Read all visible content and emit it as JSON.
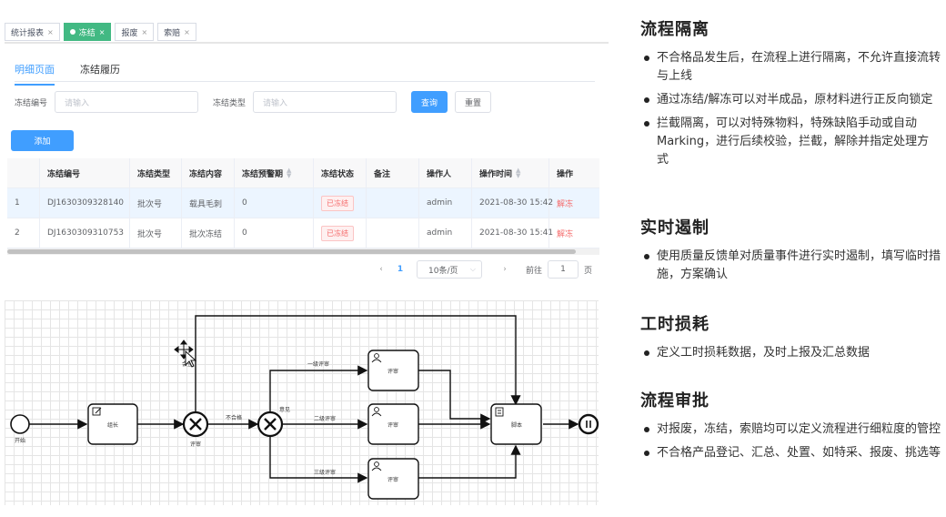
{
  "tabs": [
    {
      "label": "统计报表",
      "active": false
    },
    {
      "label": "冻结",
      "active": true
    },
    {
      "label": "报废",
      "active": false
    },
    {
      "label": "索赔",
      "active": false
    }
  ],
  "tab_close": "×",
  "subtabs": [
    {
      "label": "明细页面",
      "active": true
    },
    {
      "label": "冻结履历",
      "active": false
    }
  ],
  "form": {
    "code_label": "冻结编号",
    "code_placeholder": "请输入",
    "type_label": "冻结类型",
    "type_placeholder": "请输入",
    "search_label": "查询",
    "reset_label": "重置"
  },
  "add_label": "添加",
  "table": {
    "headers": [
      "",
      "冻结编号",
      "冻结类型",
      "冻结内容",
      "冻结预警期",
      "冻结状态",
      "备注",
      "操作人",
      "操作时间",
      "操作"
    ],
    "rows": [
      [
        "1",
        "DJ1630309328140",
        "批次号",
        "载具毛刺",
        "0",
        "已冻结",
        "",
        "admin",
        "2021-08-30 15:42",
        "解冻"
      ],
      [
        "2",
        "DJ1630309310753",
        "批次号",
        "批次冻结",
        "0",
        "已冻结",
        "",
        "admin",
        "2021-08-30 15:41",
        "解冻"
      ]
    ]
  },
  "pager": {
    "prev": "‹",
    "current": "1",
    "page_size": "10条/页",
    "next": "›",
    "goto_label": "前往",
    "goto_value": "1",
    "page_label": "页"
  },
  "diagram": {
    "start": "开始",
    "task_group_leader": "组长",
    "gw_review": "评审",
    "gw_review_top": "会签",
    "edge_fail": "不合格",
    "gw_branch": "意见",
    "edge_level1": "一级评审",
    "edge_level2": "二级评审",
    "edge_level3": "三级评审",
    "task_review": "评审",
    "task_script": "脚本"
  },
  "sections": [
    {
      "title": "流程隔离",
      "items": [
        "不合格品发生后，在流程上进行隔离，不允许直接流转与上线",
        "通过冻结/解冻可以对半成品，原材料进行正反向锁定",
        "拦截隔离，可以对特殊物料，特殊缺陷手动或自动Marking，进行后续校验，拦截，解除并指定处理方式"
      ]
    },
    {
      "title": "实时遏制",
      "items": [
        "使用质量反馈单对质量事件进行实时遏制，填写临时措施，方案确认"
      ]
    },
    {
      "title": "工时损耗",
      "items": [
        "定义工时损耗数据，及时上报及汇总数据"
      ]
    },
    {
      "title": "流程审批",
      "items": [
        "对报废，冻结，索赔均可以定义流程进行细粒度的管控",
        "不合格产品登记、汇总、处置、如特采、报废、挑选等"
      ]
    }
  ],
  "colors": {
    "primary": "#409eff",
    "success": "#42b983",
    "danger": "#f56c6c"
  }
}
